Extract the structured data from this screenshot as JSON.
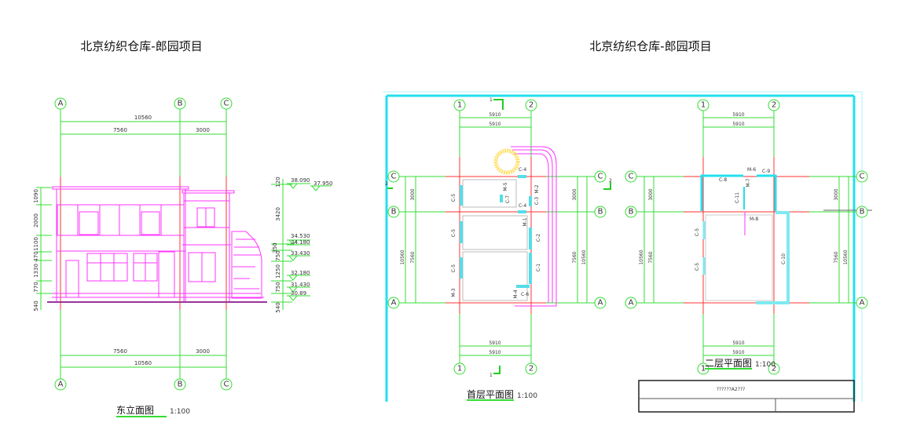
{
  "titles": {
    "left": "北京纺织仓库-郎园项目",
    "right": "北京纺织仓库-郎园项目"
  },
  "elevation": {
    "caption": "东立面图",
    "scale": "1:100",
    "axes": [
      "A",
      "B",
      "C"
    ],
    "dims_top": {
      "total": "10560",
      "ab": "7560",
      "bc": "3000"
    },
    "dims_bottom": {
      "total": "10560",
      "ab": "7560",
      "bc": "3000"
    },
    "left_dims": [
      "1090",
      "2000",
      "1100",
      "470",
      "1330",
      "770",
      "540"
    ],
    "right_dims": [
      "120",
      "3420",
      "350",
      "750",
      "1250",
      "750",
      "540"
    ],
    "levels": [
      "38.090",
      "37.950",
      "34.530",
      "34.180",
      "33.430",
      "32.180",
      "31.430",
      "30.89"
    ]
  },
  "plan1": {
    "caption": "首层平面图",
    "scale": "1:100",
    "col_axes": [
      "1",
      "2"
    ],
    "row_axes": [
      "C",
      "B",
      "A"
    ],
    "dims": {
      "width": "5910",
      "total": "10560",
      "cb": "3000",
      "ba": "7560"
    },
    "section_marks": [
      "1",
      "1",
      "2",
      "2"
    ],
    "labels": [
      "C-4",
      "C-5",
      "M-5",
      "C-7",
      "M-2",
      "C-3",
      "C-4",
      "C-5",
      "M-1",
      "C-2",
      "C-5",
      "C-1",
      "M-3",
      "M-4",
      "C-6"
    ]
  },
  "plan2": {
    "caption": "二层平面图",
    "scale": "1:100",
    "col_axes": [
      "1",
      "2"
    ],
    "row_axes": [
      "C",
      "B",
      "A"
    ],
    "dims": {
      "width": "5910",
      "total": "10560",
      "cb": "3000",
      "ba": "7560"
    },
    "labels": [
      "M-6",
      "C-9",
      "C-8",
      "M-7",
      "C-11",
      "M-8",
      "C-5",
      "C-5",
      "C-10"
    ]
  },
  "title_block": {
    "text": "??????A2???"
  }
}
